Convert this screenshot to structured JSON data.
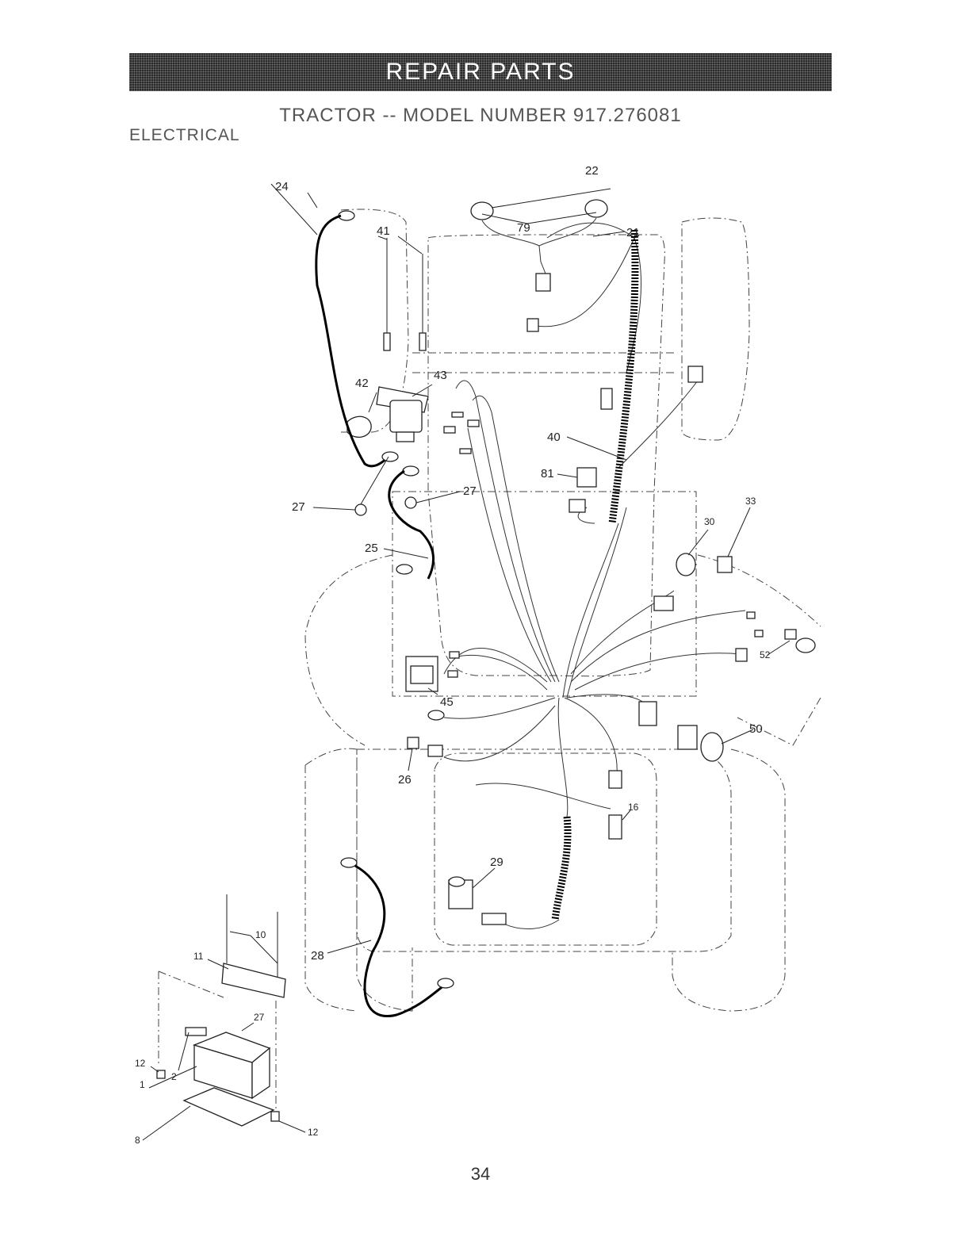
{
  "header": {
    "banner": "REPAIR PARTS",
    "model_title": "TRACTOR -- MODEL NUMBER 917.276081",
    "section": "ELECTRICAL"
  },
  "callouts": {
    "c22": "22",
    "c79": "79",
    "c21": "21",
    "c41": "41",
    "c24": "24",
    "c42": "42",
    "c43": "43",
    "c40": "40",
    "c81": "81",
    "c27a": "27",
    "c27b": "27",
    "c33": "33",
    "c30": "30",
    "c25": "25",
    "c52": "52",
    "c45": "45",
    "c50": "50",
    "c26": "26",
    "c16": "16",
    "c29": "29",
    "c10": "10",
    "c11": "11",
    "c28": "28",
    "c27c": "27",
    "c12a": "12",
    "c2": "2",
    "c1": "1",
    "c8": "8",
    "c12b": "12"
  },
  "footer": {
    "page_number": "34"
  }
}
